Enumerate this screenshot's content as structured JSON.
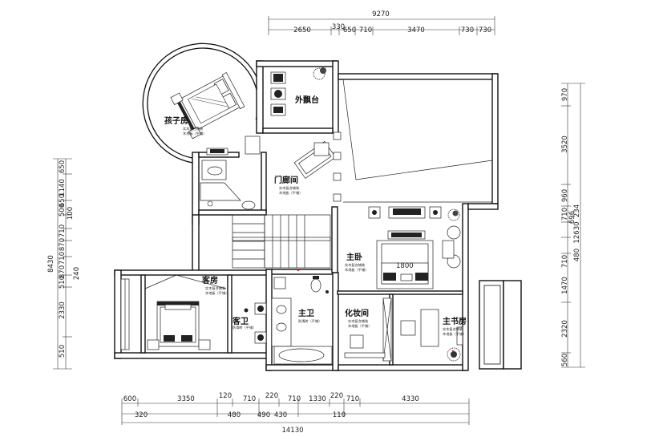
{
  "dimensions": {
    "top_total": "9270",
    "top_segments": [
      "2650",
      "330",
      "650",
      "710",
      "3470",
      "730",
      "730"
    ],
    "bottom_row1": [
      "600",
      "3350",
      "120",
      "710",
      "220",
      "710",
      "1330",
      "220",
      "710",
      "4330"
    ],
    "bottom_row2": [
      "320",
      "480",
      "490",
      "430",
      "110"
    ],
    "bottom_total": "14130",
    "left_row1": [
      "650",
      "1140",
      "650",
      "500",
      "100",
      "710",
      "870",
      "710",
      "870",
      "510",
      "2330",
      "510"
    ],
    "left_extra": "240",
    "left_total": "8430",
    "right_row1": [
      "970",
      "3520",
      "960",
      "710",
      "696",
      "710",
      "1470",
      "2320",
      "560"
    ],
    "right_row2": [
      "234",
      "12630",
      "480"
    ]
  },
  "rooms": {
    "kids_room": "孩子房",
    "outer_bay": "外飘台",
    "door_hall": "门廊间",
    "master_bedroom": "主卧",
    "guest_room": "客房",
    "guest_bath": "客卫",
    "master_bath": "主卫",
    "dressing_room": "化妆间",
    "master_study": "主书房"
  },
  "labels": {
    "bed_size": "1800"
  }
}
